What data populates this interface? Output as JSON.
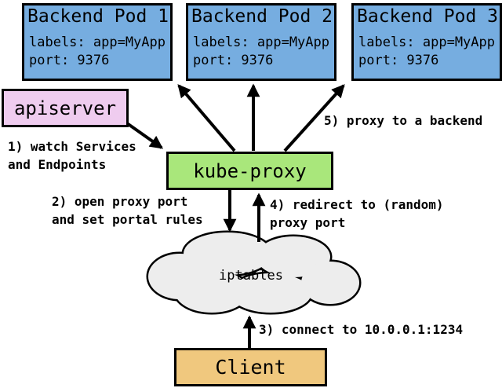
{
  "nodes": {
    "pods": [
      {
        "title": "Backend Pod 1",
        "labels": "labels: app=MyApp",
        "port": "port: 9376"
      },
      {
        "title": "Backend Pod 2",
        "labels": "labels: app=MyApp",
        "port": "port: 9376"
      },
      {
        "title": "Backend Pod 3",
        "labels": "labels: app=MyApp",
        "port": "port: 9376"
      }
    ],
    "apiserver": {
      "label": "apiserver"
    },
    "kube_proxy": {
      "label": "kube-proxy"
    },
    "iptables": {
      "label": "iptables"
    },
    "client": {
      "label": "Client"
    }
  },
  "annotations": {
    "step1": {
      "line1": "1) watch Services",
      "line2": "and Endpoints"
    },
    "step2": {
      "line1": "2) open proxy port",
      "line2": "and set portal rules"
    },
    "step3": {
      "line1": "3) connect to 10.0.0.1:1234"
    },
    "step4": {
      "line1": "4) redirect to (random)",
      "line2": "proxy port"
    },
    "step5": {
      "line1": "5) proxy to a backend"
    }
  },
  "colors": {
    "background": "#ffffff",
    "pod_fill": "#76ade0",
    "apiserver_fill": "#efccef",
    "kube_proxy_fill": "#a9e77b",
    "client_fill": "#f0c87e",
    "cloud_fill": "#ededed",
    "line": "#000000"
  }
}
